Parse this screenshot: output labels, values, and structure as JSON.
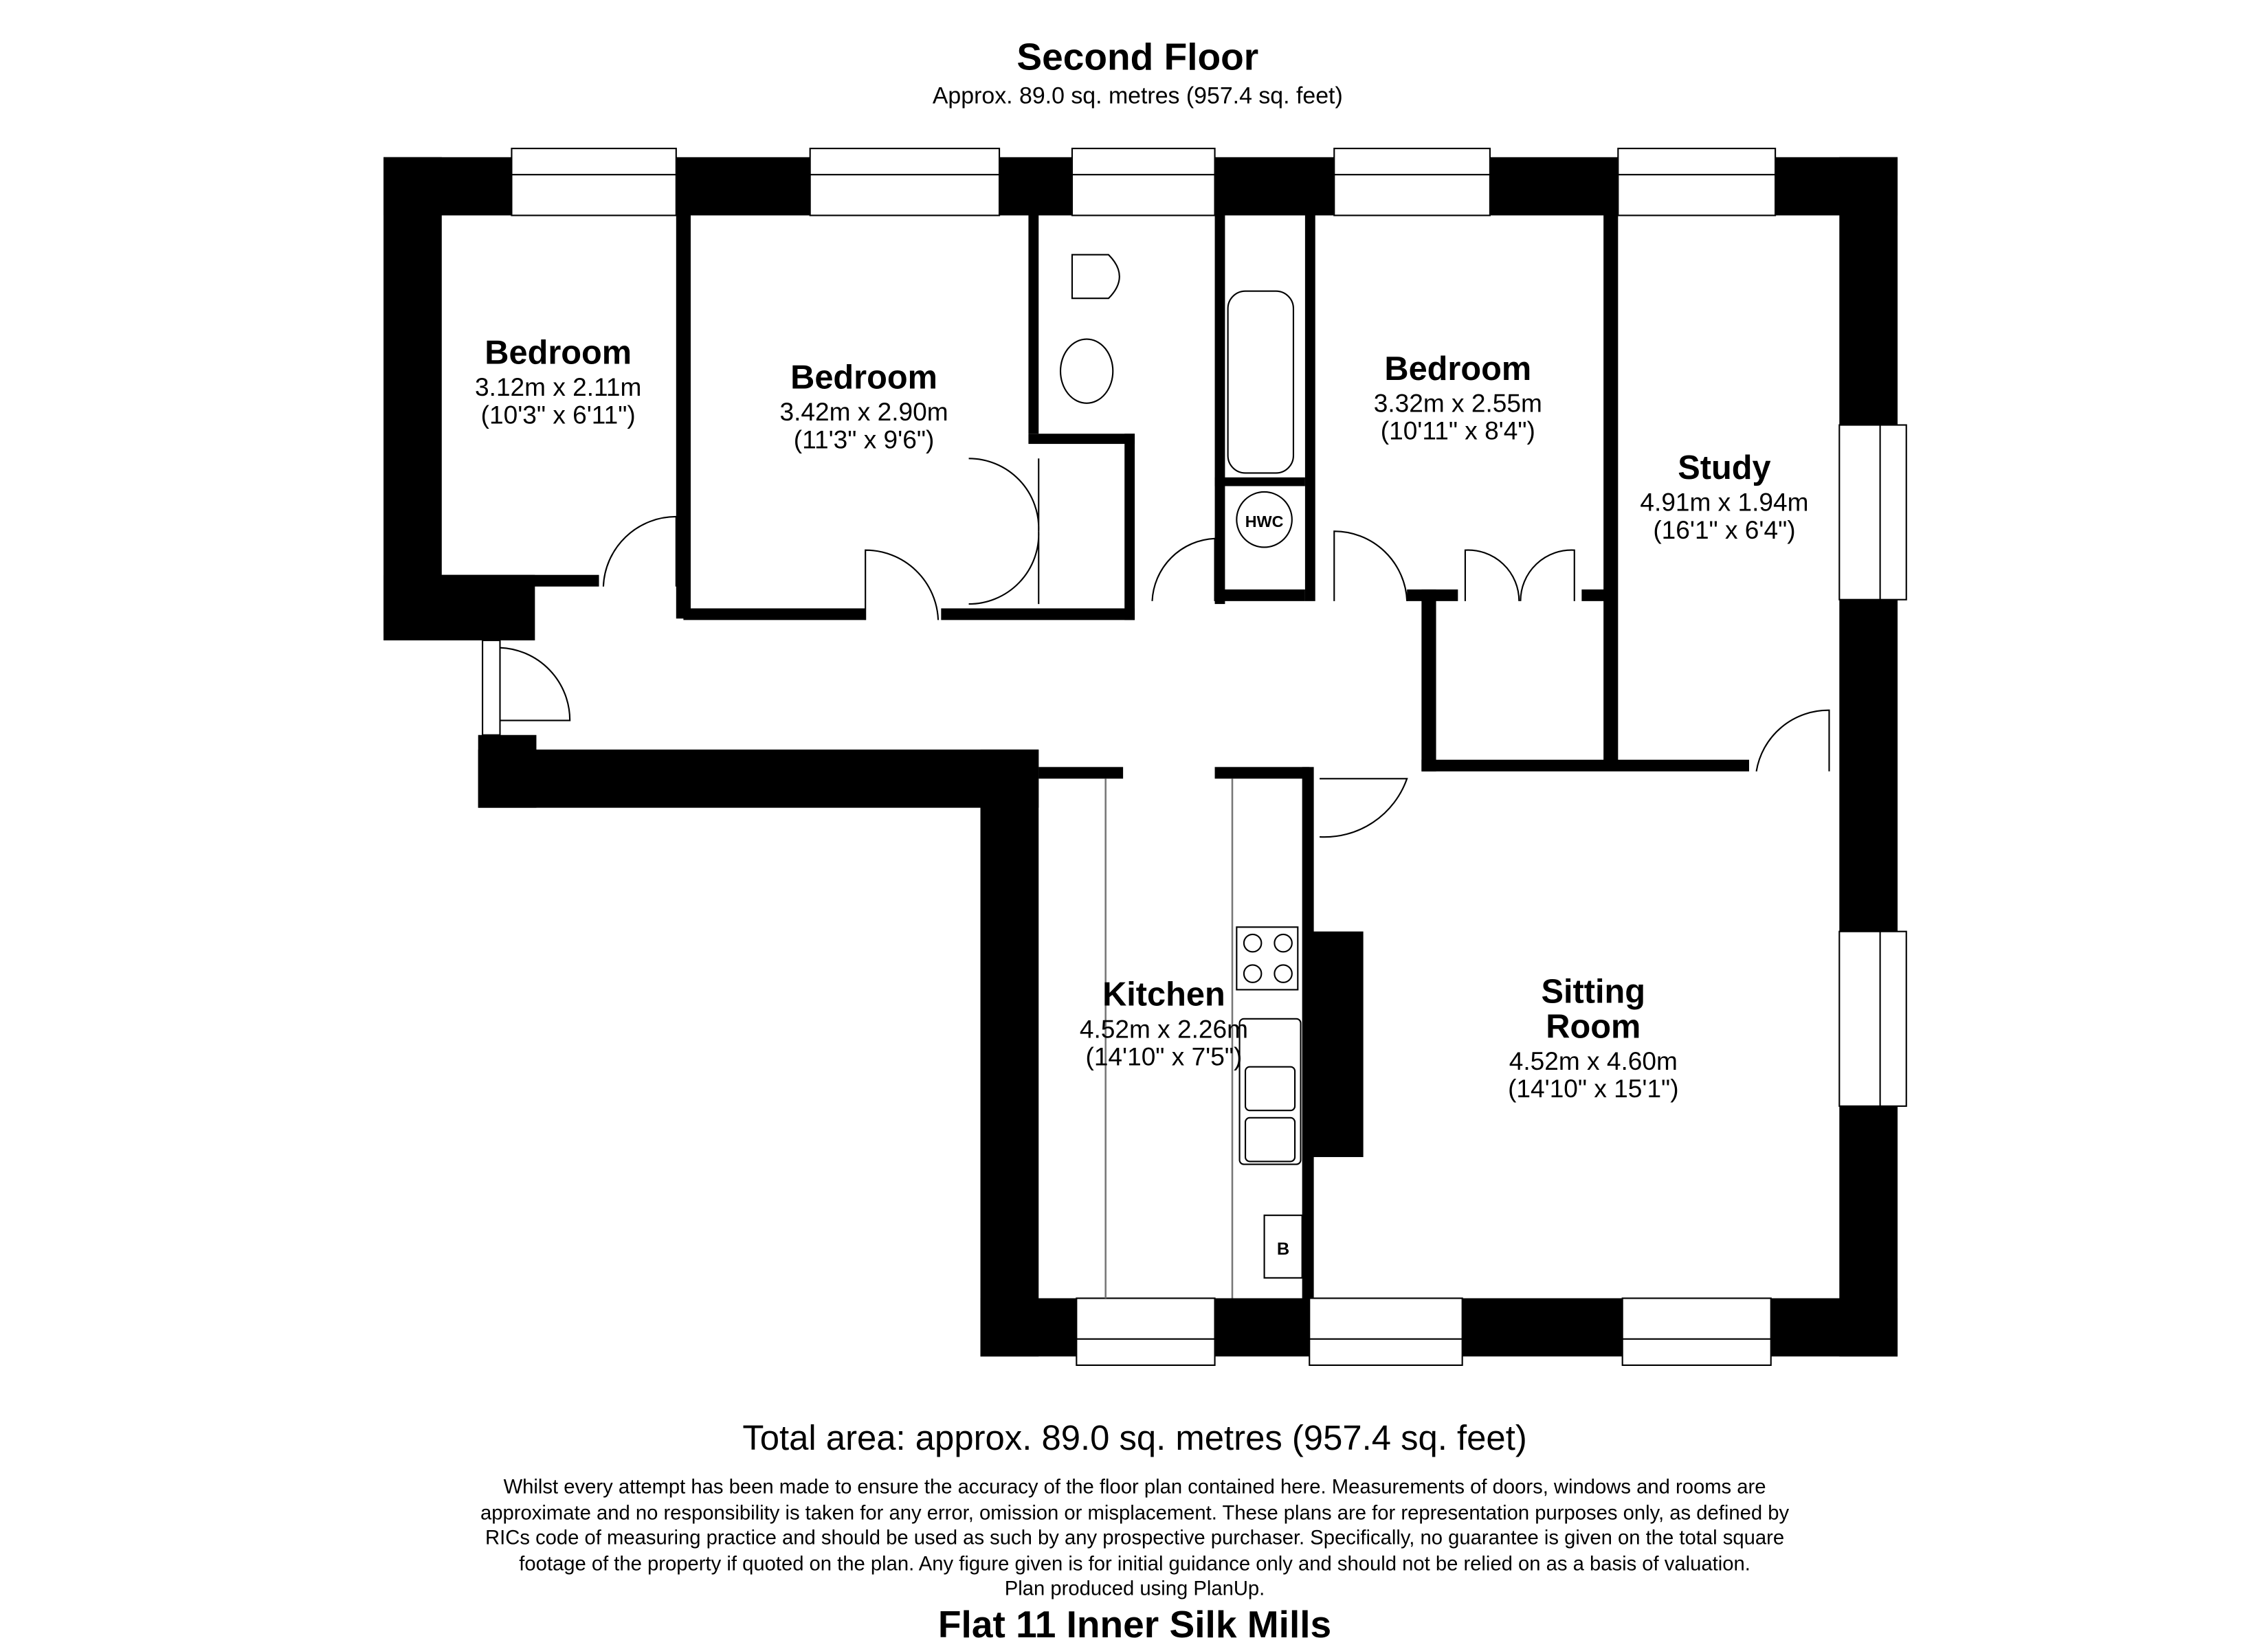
{
  "header": {
    "title": "Second Floor",
    "subtitle": "Approx. 89.0 sq. metres (957.4 sq. feet)"
  },
  "rooms": [
    {
      "name": "Bedroom",
      "metric": "3.12m x 2.11m",
      "imperial": "(10'3\" x 6'11\")"
    },
    {
      "name": "Bedroom",
      "metric": "3.42m x 2.90m",
      "imperial": "(11'3\" x 9'6\")"
    },
    {
      "name": "Bedroom",
      "metric": "3.32m x 2.55m",
      "imperial": "(10'11\" x 8'4\")"
    },
    {
      "name": "Study",
      "metric": "4.91m x 1.94m",
      "imperial": "(16'1\" x 6'4\")"
    },
    {
      "name": "Kitchen",
      "metric": "4.52m x 2.26m",
      "imperial": "(14'10\" x 7'5\")"
    },
    {
      "name_line1": "Sitting",
      "name_line2": "Room",
      "metric": "4.52m x 4.60m",
      "imperial": "(14'10\" x 15'1\")"
    }
  ],
  "fixtures": {
    "hwc_label": "HWC",
    "boiler_label": "B"
  },
  "footer": {
    "total_area": "Total area: approx. 89.0 sq. metres (957.4 sq. feet)",
    "disclaimer": [
      "Whilst every attempt has been made to ensure the accuracy of the floor plan contained here. Measurements of doors, windows and rooms are",
      "approximate and no responsibility is taken for any error, omission or misplacement. These plans are for representation purposes only, as defined by",
      "RICs code of measuring practice and should be used as such by any prospective purchaser. Specifically, no guarantee is given on the total square",
      "footage of the property if quoted on the plan. Any figure given is for initial guidance only and should not be relied on as a basis of valuation.",
      "Plan produced using PlanUp."
    ],
    "property_name": "Flat 11 Inner Silk Mills"
  },
  "colors": {
    "wall": "#000000",
    "background": "#ffffff",
    "worktop_line": "#777777"
  }
}
